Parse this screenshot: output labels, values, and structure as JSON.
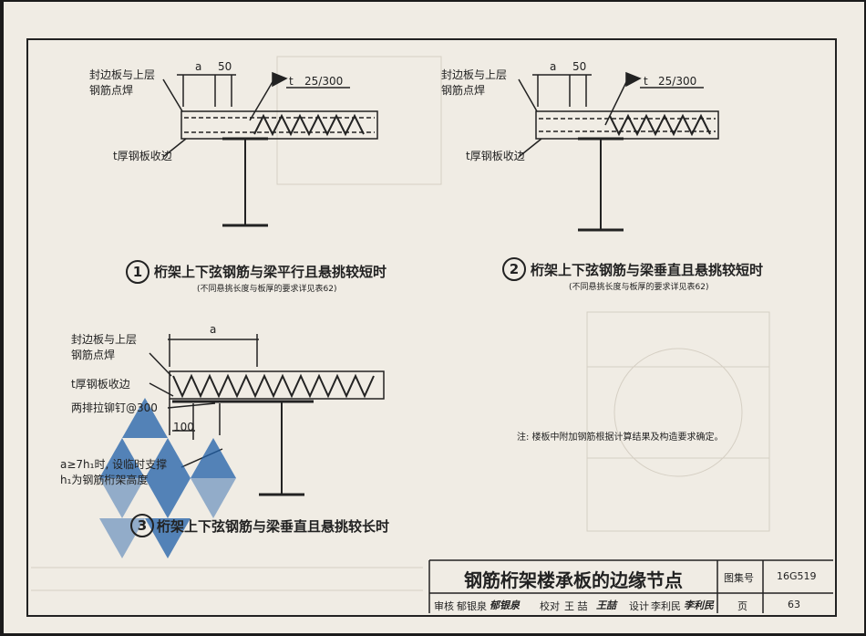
{
  "details": [
    {
      "number": "1",
      "title": "桁架上下弦钢筋与梁平行且悬挑较短时",
      "subtitle": "(不同悬挑长度与板厚的要求详见表62)",
      "label_weld_line1": "封边板与上层",
      "label_weld_line2": "钢筋点焊",
      "label_edge": "t厚钢板收边",
      "dim_a": "a",
      "dim_50": "50",
      "dim_t": "t",
      "slope": "25/300"
    },
    {
      "number": "2",
      "title": "桁架上下弦钢筋与梁垂直且悬挑较短时",
      "subtitle": "(不同悬挑长度与板厚的要求详见表62)",
      "label_weld_line1": "封边板与上层",
      "label_weld_line2": "钢筋点焊",
      "label_edge": "t厚钢板收边",
      "dim_a": "a",
      "dim_50": "50",
      "dim_t": "t",
      "slope": "25/300"
    },
    {
      "number": "3",
      "title": "桁架上下弦钢筋与梁垂直且悬挑较长时",
      "label_weld_line1": "封边板与上层",
      "label_weld_line2": "钢筋点焊",
      "label_edge": "t厚钢板收边",
      "label_rivet": "两排拉铆钉@300",
      "dim_a": "a",
      "dim_100": "100",
      "note_line1": "a≥7h₁时, 设临时支撑",
      "note_line2": "h₁为钢筋桁架高度"
    }
  ],
  "note": "注: 楼板中附加钢筋根据计算结果及构造要求确定。",
  "title_block": {
    "title": "钢筋桁架楼承板的边缘节点",
    "atlas_label": "图集号",
    "atlas_no": "16G519",
    "review_label": "审核",
    "reviewer": "郁银泉",
    "reviewer_sig": "郁银泉",
    "check_label": "校对",
    "checker": "王 喆",
    "checker_sig": "王喆",
    "design_label": "设计",
    "designer": "李利民",
    "designer_sig": "李利民",
    "page_label": "页",
    "page_no": "63"
  },
  "colors": {
    "paper": "#f0ece4",
    "ink": "#222222",
    "watermark": "#1f5fa8"
  }
}
